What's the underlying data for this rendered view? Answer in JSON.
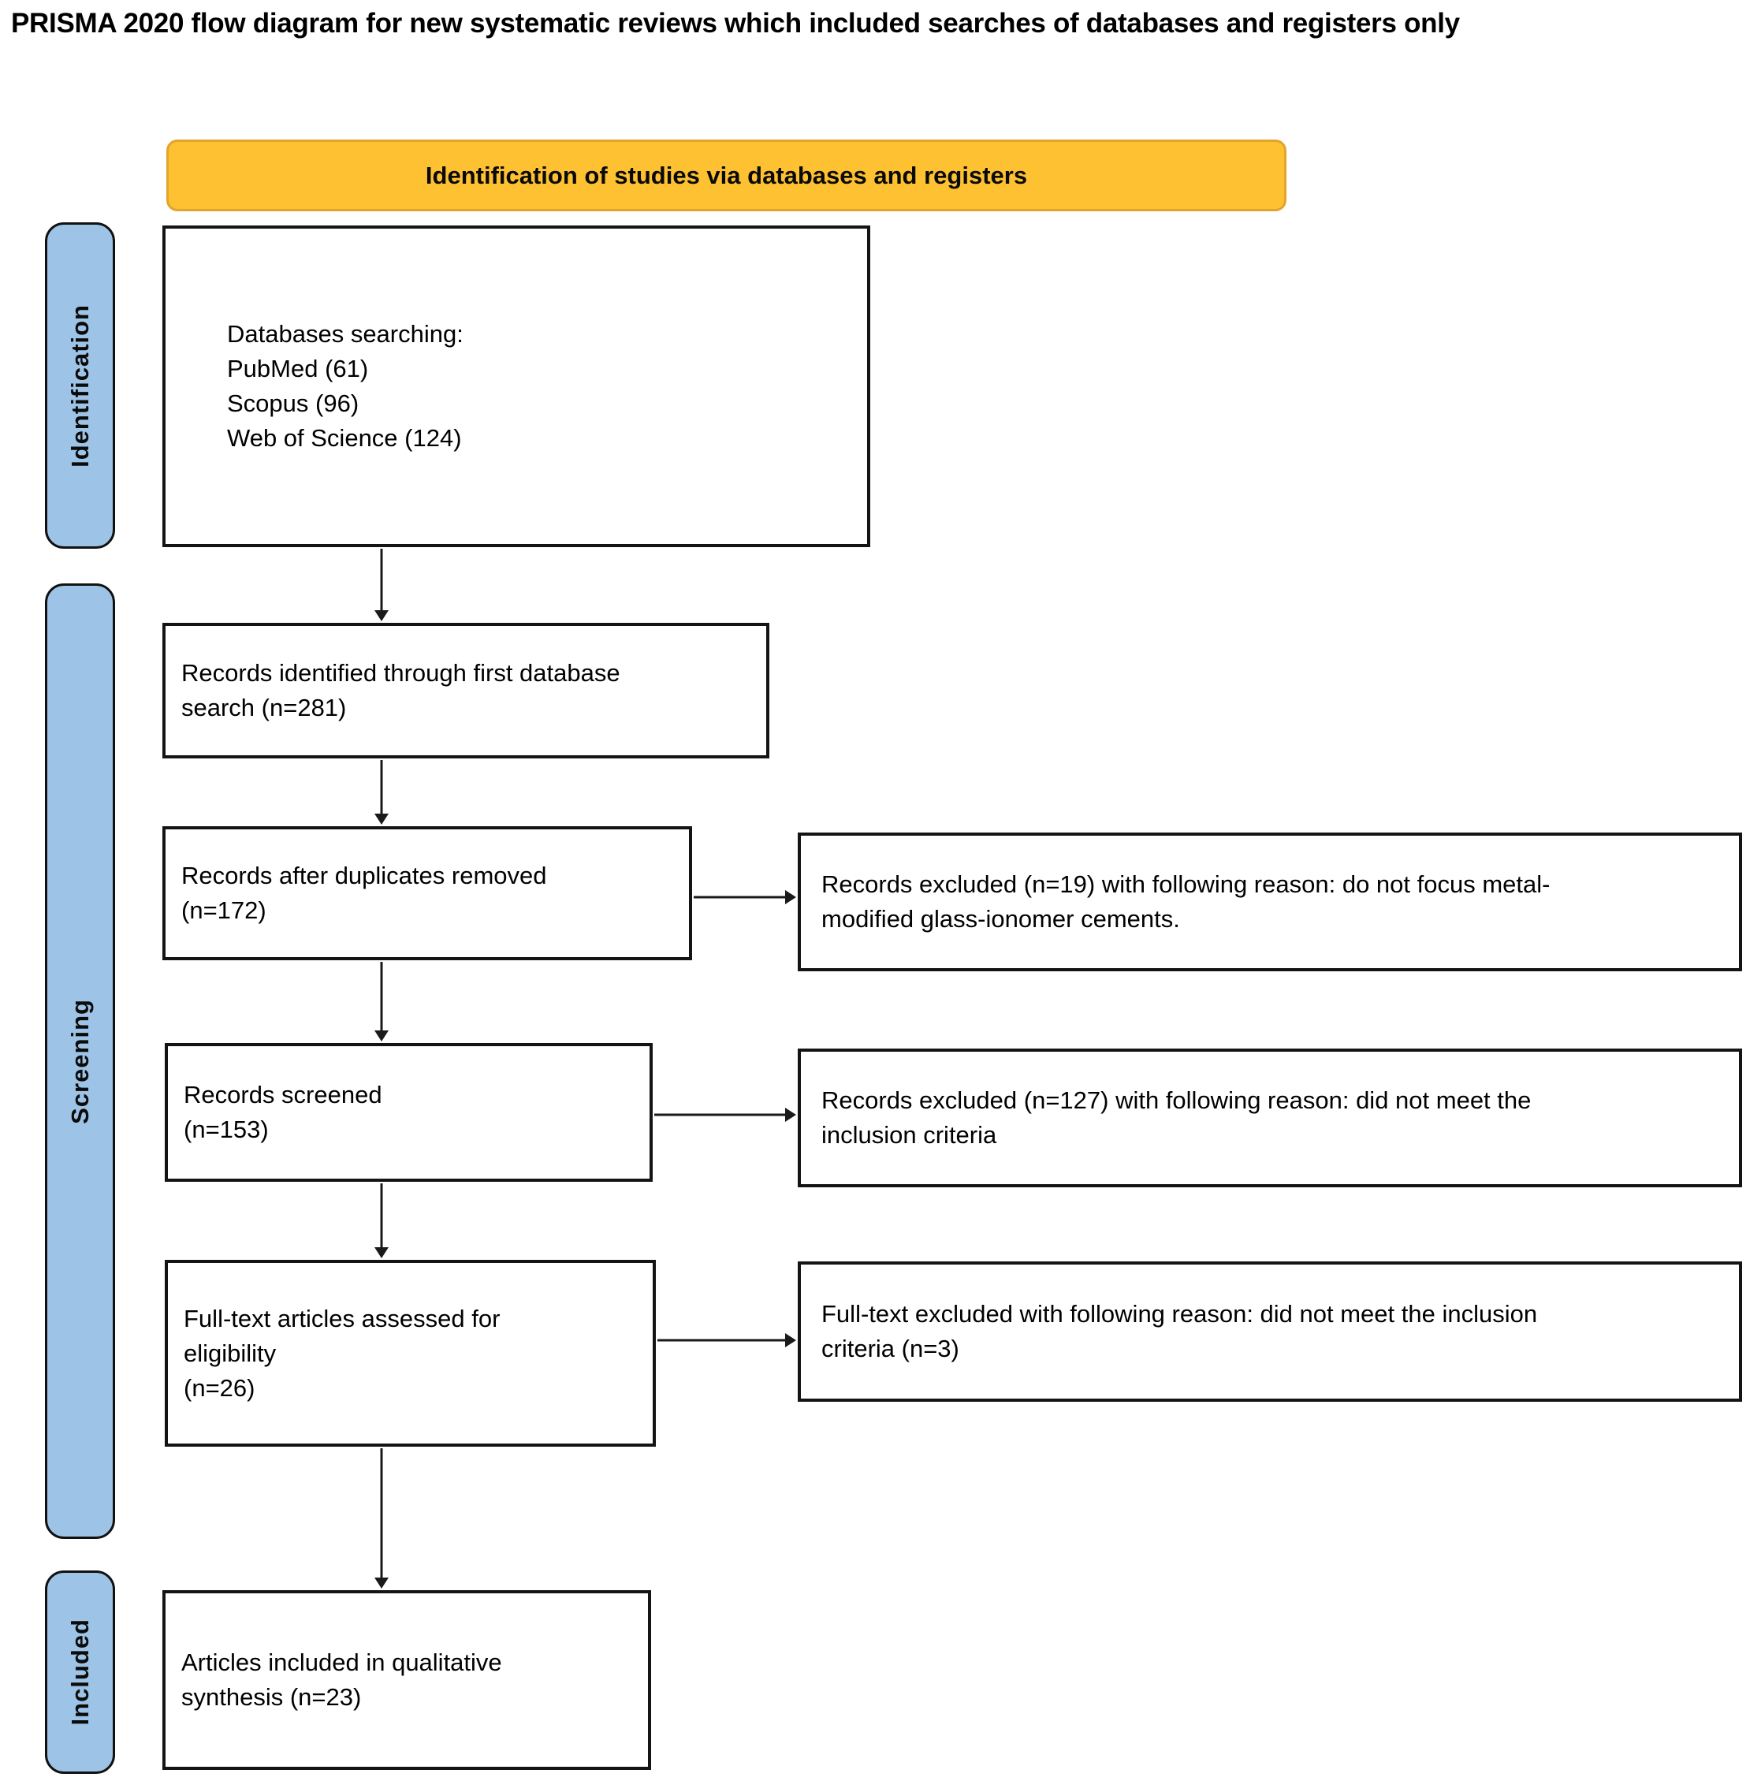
{
  "page": {
    "title": "PRISMA 2020 flow diagram for new systematic reviews which included searches of databases and registers only"
  },
  "banner": {
    "label": "Identification of studies via databases and registers"
  },
  "stages": {
    "identification": "Identification",
    "screening": "Screening",
    "included": "Included"
  },
  "flow": {
    "databases": {
      "lines": [
        "Databases searching:",
        "PubMed (61)",
        "Scopus (96)",
        "Web of Science (124)"
      ]
    },
    "identified": {
      "lines": [
        "Records identified through first database",
        "search (n=281)"
      ]
    },
    "deduplicated": {
      "lines": [
        "Records after duplicates removed",
        "(n=172)"
      ]
    },
    "screened": {
      "lines": [
        "Records screened",
        "(n=153)"
      ]
    },
    "fulltext": {
      "lines": [
        "Full-text articles assessed for",
        "eligibility",
        "(n=26)"
      ]
    },
    "included_articles": {
      "lines": [
        "Articles included in qualitative",
        "synthesis (n=23)"
      ]
    }
  },
  "exclusions": {
    "records19": {
      "lines": [
        "Records excluded (n=19) with following reason: do not focus metal-",
        "modified glass-ionomer cements."
      ]
    },
    "records127": {
      "lines": [
        "Records excluded (n=127) with following reason: did not meet the",
        "inclusion criteria"
      ]
    },
    "fulltext3": {
      "lines": [
        "Full-text excluded with following reason: did not meet the inclusion",
        "criteria (n=3)"
      ]
    }
  },
  "colors": {
    "banner_fill": "#FDC132",
    "banner_border": "#E2A42C",
    "stage_fill": "#9DC3E6",
    "stage_border": "#111111",
    "box_border": "#141414",
    "arrow": "#1A1A1A",
    "text": "#000000"
  }
}
